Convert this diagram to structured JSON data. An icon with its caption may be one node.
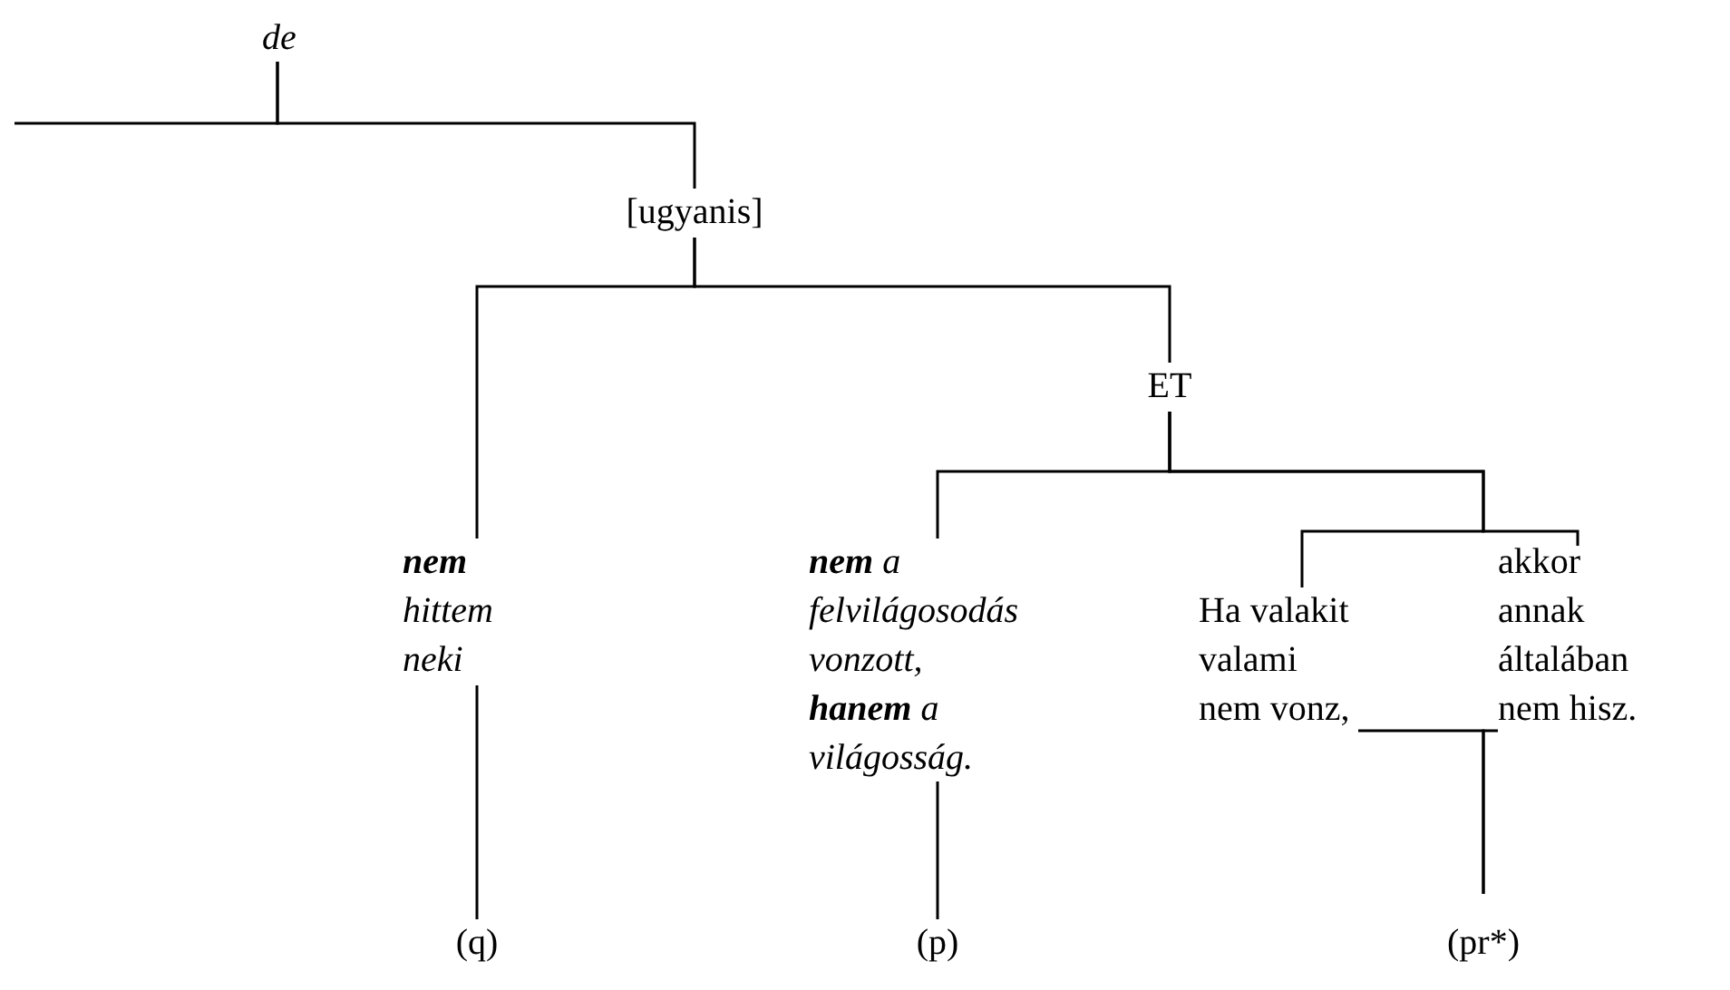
{
  "diagram": {
    "nodes": [
      {
        "text": [
          "de"
        ]
      },
      {
        "text": [
          "[ugyanis]"
        ]
      },
      {
        "text": [
          "ET"
        ]
      },
      {
        "text": [
          "**nem** hittem neki"
        ]
      },
      {
        "text": [
          "**nem** a felvilágosodás vonzott,",
          "**hanem** a világosság."
        ]
      },
      {
        "text": [
          "Ha valakit valami nem vonz,"
        ]
      },
      {
        "text": [
          "akkor annak általában nem hisz."
        ]
      },
      {
        "text": [
          "(q)"
        ]
      },
      {
        "text": [
          "(p)"
        ]
      },
      {
        "text": [
          "(pr*)"
        ]
      }
    ],
    "edges": [
      {
        "from": 0,
        "to": null,
        "arrow": "none"
      },
      {
        "from": 0,
        "to": 1,
        "arrow": "none"
      },
      {
        "from": 1,
        "to": 3,
        "arrow": "none"
      },
      {
        "from": 1,
        "to": 2,
        "arrow": "none"
      },
      {
        "from": 2,
        "to": 4,
        "arrow": "none"
      },
      {
        "from": 2,
        "to": 5,
        "arrow": "none"
      },
      {
        "from": 2,
        "to": 6,
        "arrow": "none"
      },
      {
        "from": 3,
        "to": 7,
        "arrow": "none"
      },
      {
        "from": 4,
        "to": 8,
        "arrow": "none"
      },
      {
        "from": 5,
        "to": 9,
        "arrow": "none"
      },
      {
        "from": 6,
        "to": 9,
        "arrow": "none"
      }
    ]
  }
}
